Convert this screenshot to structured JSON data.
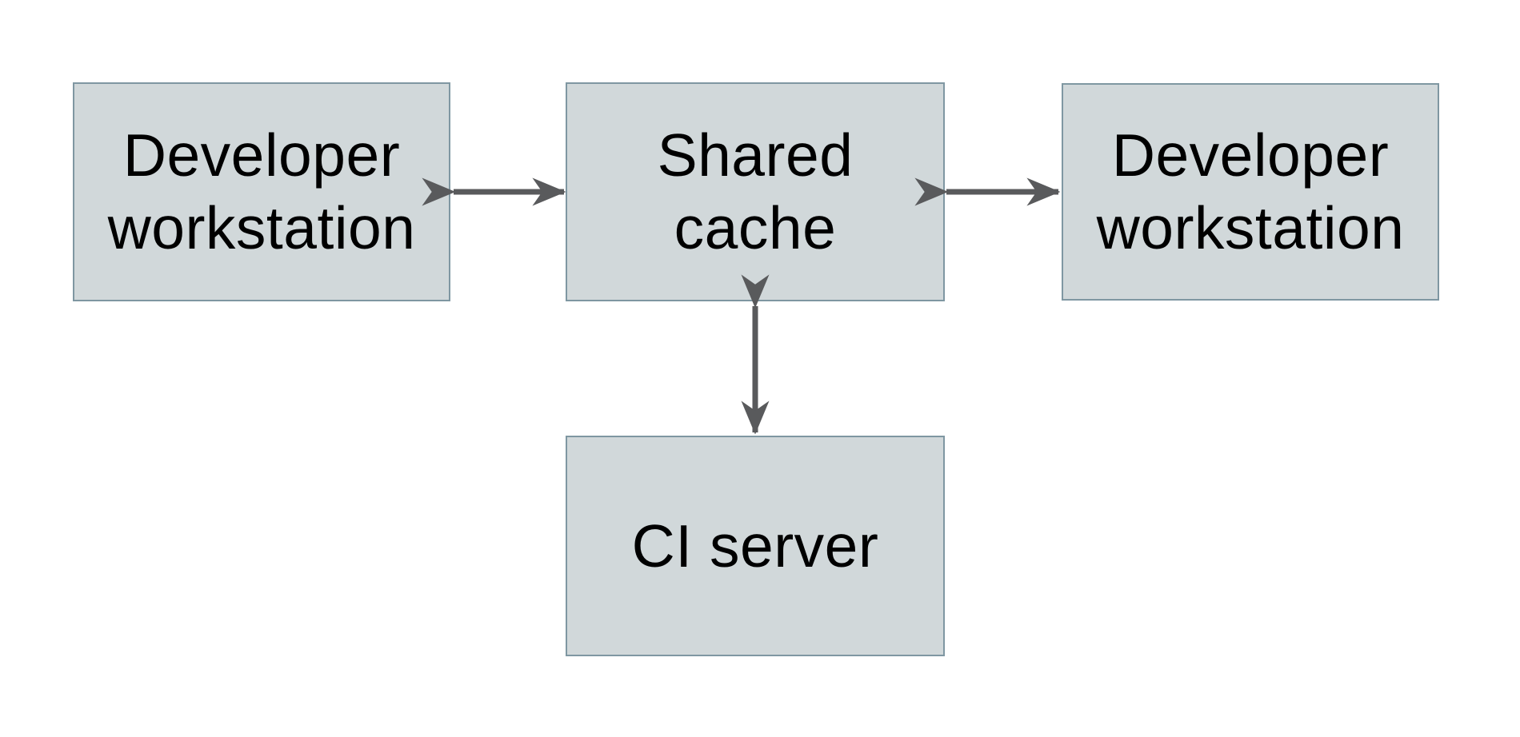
{
  "diagram": {
    "title": "shared cache architecture diagram",
    "colors": {
      "background": "#ffffff",
      "node_fill": "#d1d8da",
      "node_border": "#7f97a2",
      "arrow": "#595a5c",
      "text": "#000000"
    },
    "nodes": [
      {
        "id": "dev-left",
        "label": "Developer workstation"
      },
      {
        "id": "shared-cache",
        "label": "Shared cache"
      },
      {
        "id": "dev-right",
        "label": "Developer workstation"
      },
      {
        "id": "ci-server",
        "label": "CI server"
      }
    ],
    "edges": [
      {
        "from": "dev-left",
        "to": "shared-cache",
        "bidirectional": true,
        "orientation": "horizontal"
      },
      {
        "from": "shared-cache",
        "to": "dev-right",
        "bidirectional": true,
        "orientation": "horizontal"
      },
      {
        "from": "shared-cache",
        "to": "ci-server",
        "bidirectional": true,
        "orientation": "vertical"
      }
    ]
  }
}
